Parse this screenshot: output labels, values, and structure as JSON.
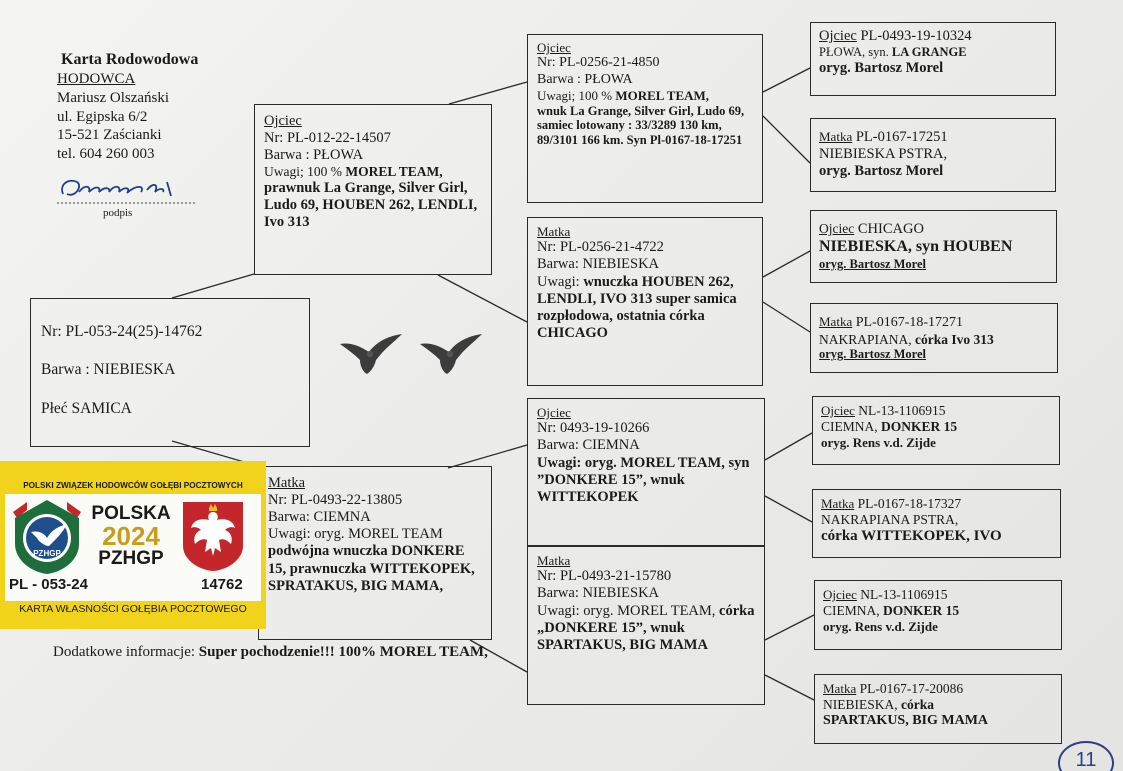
{
  "header": {
    "title": "Karta Rodowodowa",
    "breeder_label": "HODOWCA",
    "name": "Mariusz Olszański",
    "street": "ul. Egipska 6/2",
    "city": "15-521 Zaścianki",
    "phone": "tel. 604 260 003",
    "signature_label": "podpis"
  },
  "bird": {
    "nr": "Nr: PL-053-24(25)-14762",
    "color": "Barwa : NIEBIESKA",
    "sex": "Płeć  SAMICA"
  },
  "father": {
    "label": "Ojciec",
    "nr": "Nr: PL-012-22-14507",
    "color": "Barwa : PŁOWA",
    "notes_prefix": "Uwagi; 100 % ",
    "notes_bold": "MOREL TEAM,",
    "notes_rest": "prawnuk La Grange, Silver Girl, Ludo 69, HOUBEN 262, LENDLI, Ivo 313"
  },
  "mother": {
    "label": "Matka",
    "nr": "Nr: PL-0493-22-13805",
    "color": "Barwa: CIEMNA",
    "notes_plain": "Uwagi: oryg. MOREL TEAM",
    "notes_bold": "podwójna wnuczka DONKERE 15,  prawnuczka WITTEKOPEK, SPRATAKUS, BIG MAMA,"
  },
  "ff": {
    "label": "Ojciec",
    "nr": "Nr: PL-0256-21-4850",
    "color": "Barwa : PŁOWA",
    "notes_prefix": "Uwagi; 100 % ",
    "notes_bold": "MOREL TEAM,",
    "notes_rest": "wnuk La Grange, Silver Girl, Ludo 69, samiec lotowany : 33/3289 130 km, 89/3101 166 km. Syn Pl-0167-18-17251"
  },
  "fm": {
    "label": "Matka",
    "nr": "Nr: PL-0256-21-4722",
    "color": "Barwa: NIEBIESKA",
    "notes_prefix": "Uwagi: ",
    "notes_bold": "wnuczka HOUBEN 262, LENDLI, IVO 313 super samica rozpłodowa, ostatnia córka CHICAGO"
  },
  "mf": {
    "label": "Ojciec",
    "nr": "Nr: 0493-19-10266",
    "color": "Barwa: CIEMNA",
    "notes_bold": "Uwagi: oryg. MOREL TEAM, syn ”DONKERE 15”, wnuk WITTEKOPEK"
  },
  "mm": {
    "label": "Matka",
    "nr": "Nr: PL-0493-21-15780",
    "color": "Barwa: NIEBIESKA",
    "notes_plain": "Uwagi: oryg. MOREL TEAM,   ",
    "notes_bold": "córka „DONKERE 15”, wnuk SPARTAKUS, BIG MAMA"
  },
  "fff": {
    "label": "Ojciec",
    "nr": " PL-0493-19-10324",
    "line2_plain": "PŁOWA,  syn. ",
    "line2_bold": "LA GRANGE",
    "line3": "oryg. Bartosz Morel"
  },
  "ffm": {
    "label": "Matka",
    "nr": " PL-0167-17251",
    "line2": "NIEBIESKA PSTRA,",
    "line3": "oryg. Bartosz Morel"
  },
  "fmf": {
    "label": "Ojciec",
    "nr": "  CHICAGO",
    "line2": "NIEBIESKA, syn HOUBEN",
    "line3": "oryg. Bartosz Morel"
  },
  "fmm": {
    "label": "Matka",
    "nr": " PL-0167-18-17271",
    "line2_plain": "NAKRAPIANA,  ",
    "line2_bold": "córka Ivo 313",
    "line3": "oryg. Bartosz Morel"
  },
  "mff": {
    "label": "Ojciec",
    "nr": "  NL-13-1106915",
    "line2_plain": "CIEMNA, ",
    "line2_bold": "DONKER 15",
    "line3": "oryg. Rens v.d. Zijde"
  },
  "mfm": {
    "label": "Matka",
    "nr": " PL-0167-18-17327",
    "line2": "NAKRAPIANA PSTRA,",
    "line3": "córka WITTEKOPEK, IVO"
  },
  "mmf": {
    "label": "Ojciec",
    "nr": "  NL-13-1106915",
    "line2_plain": "CIEMNA, ",
    "line2_bold": "DONKER 15",
    "line3": "oryg. Rens v.d. Zijde"
  },
  "mmm": {
    "label": "Matka",
    "nr": " PL-0167-17-20086",
    "line2_plain": "NIEBIESKA,    ",
    "line2_bold": "córka",
    "line3": "SPARTAKUS, BIG MAMA"
  },
  "additional": {
    "label": "Dodatkowe informacje: ",
    "text": "Super pochodzenie!!! 100% MOREL TEAM,"
  },
  "card": {
    "top": "POLSKI ZWIĄZEK HODOWCÓW GOŁĘBI POCZTOWYCH",
    "country": "POLSKA",
    "year": "2024",
    "org": "PZHGP",
    "emblem_text": "PZHGP",
    "left_code": "PL - 053-24",
    "right_code": "14762",
    "bottom": "KARTA  WŁASNOŚCI GOŁĘBIA POCZTOWEGO"
  },
  "page_number": "11",
  "colors": {
    "card_yellow": "#f1d31b",
    "year_gold": "#c79d1a",
    "emblem_red": "#c3272c",
    "emblem_blue": "#1e4e8c",
    "emblem_green": "#1d6e3a"
  }
}
